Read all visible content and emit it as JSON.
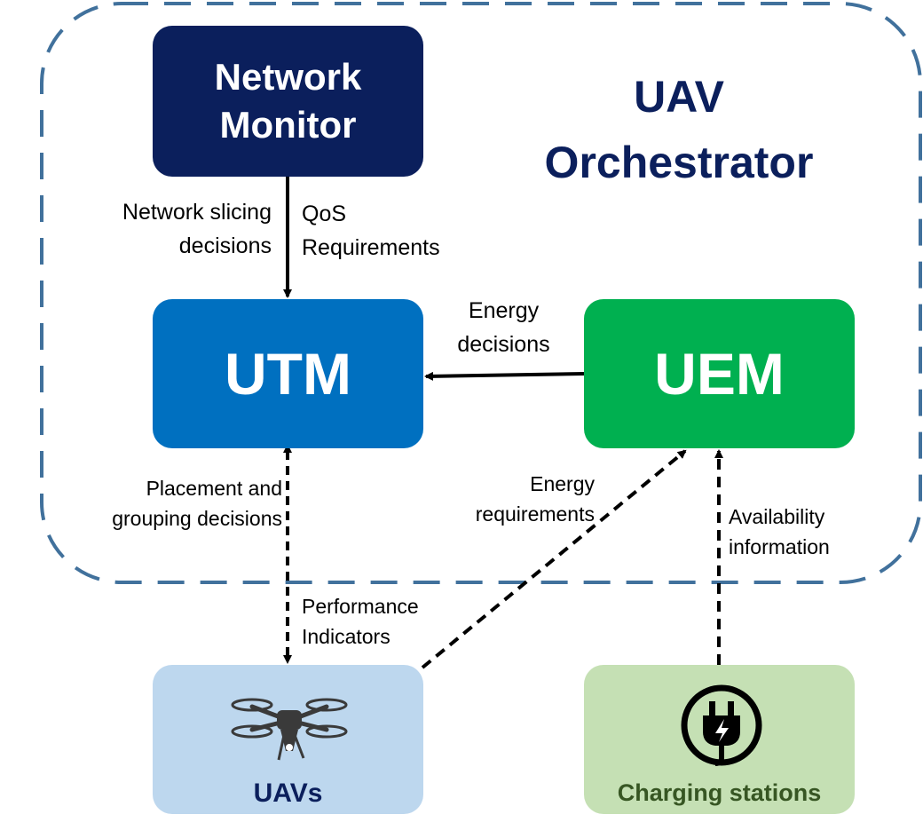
{
  "orchestrator": {
    "title_line1": "UAV",
    "title_line2": "Orchestrator"
  },
  "nodes": {
    "network_monitor": {
      "line1": "Network",
      "line2": "Monitor"
    },
    "utm": "UTM",
    "uem": "UEM",
    "uavs": "UAVs",
    "charging_stations": "Charging stations"
  },
  "edge_labels": {
    "network_slicing": {
      "line1": "Network slicing",
      "line2": "decisions"
    },
    "qos": {
      "line1": "QoS",
      "line2": "Requirements"
    },
    "energy_decisions": {
      "line1": "Energy",
      "line2": "decisions"
    },
    "placement": {
      "line1": "Placement and",
      "line2": "grouping  decisions"
    },
    "performance": {
      "line1": "Performance",
      "line2": "Indicators"
    },
    "energy_requirements": {
      "line1": "Energy",
      "line2": "requirements"
    },
    "availability": {
      "line1": "Availability",
      "line2": "information"
    }
  },
  "colors": {
    "network_monitor": "#0b1f5c",
    "utm": "#0070c0",
    "uem": "#00b050",
    "uavs": "#bdd7ee",
    "charging_stations": "#c5e0b4",
    "orchestrator_border": "#41719c"
  },
  "icons": {
    "uav": "drone-icon",
    "charging": "plug-charging-icon"
  }
}
